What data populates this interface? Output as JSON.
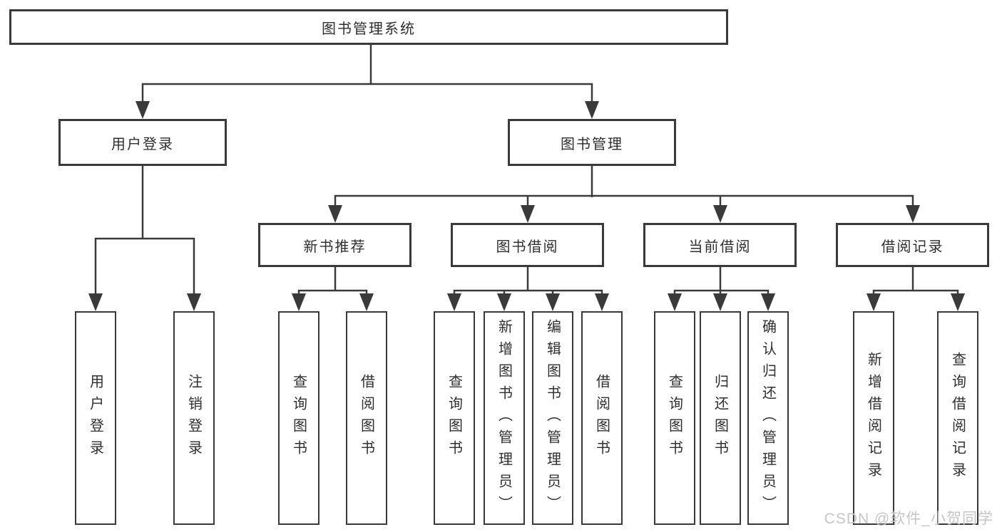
{
  "tree": {
    "root": "图书管理系统",
    "user_login": {
      "label": "用户登录",
      "children": [
        "用户登录",
        "注销登录"
      ]
    },
    "book_management": {
      "label": "图书管理",
      "children": [
        {
          "label": "新书推荐",
          "children": [
            "查询图书",
            "借阅图书"
          ]
        },
        {
          "label": "图书借阅",
          "children": [
            "查询图书",
            "新增图书（管理员）",
            "编辑图书（管理员）",
            "借阅图书"
          ]
        },
        {
          "label": "当前借阅",
          "children": [
            "查询图书",
            "归还图书",
            "确认归还（管理员）"
          ]
        },
        {
          "label": "借阅记录",
          "children": [
            "新增借阅记录",
            "查询借阅记录"
          ]
        }
      ]
    }
  },
  "watermark": "CSDN @软件_小贺同学",
  "colors": {
    "line": "#3a3a3a",
    "box_border": "#3a3a3a",
    "box_background": "#ffffff",
    "text": "#2f2f2f",
    "watermark": "#c6c6c6",
    "background": "#ffffff"
  }
}
